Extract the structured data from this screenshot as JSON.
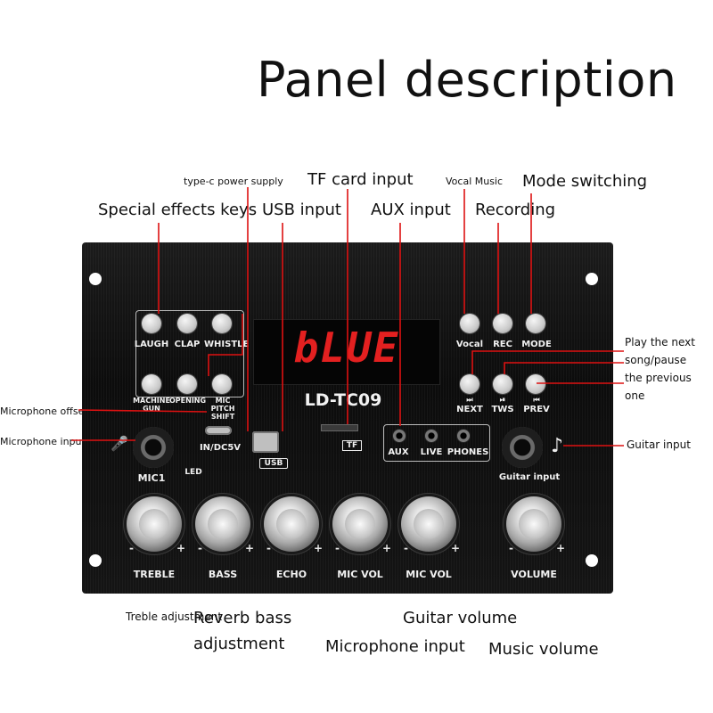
{
  "title": "Panel description",
  "callouts": {
    "type_c": "type-c power supply",
    "tf_card": "TF card input",
    "vocal_music": "Vocal Music",
    "mode_switching": "Mode switching",
    "special_effects": "Special effects keys",
    "usb_input": "USB input",
    "aux_input": "AUX input",
    "recording": "Recording",
    "play_next_1": "Play the next",
    "play_next_2": "song/pause",
    "play_next_3": "the previous",
    "play_next_4": "one",
    "mic_offset": "Microphone offset",
    "mic_input_left": "Microphone input",
    "guitar_input": "Guitar input",
    "treble": "Treble adjustment",
    "reverb_1": "Reverb bass",
    "reverb_2": "adjustment",
    "guitar_volume": "Guitar volume",
    "mic_input_bottom": "Microphone input",
    "music_volume": "Music volume"
  },
  "board": {
    "display": "bLUE",
    "model": "LD-TC09",
    "effect_buttons": [
      "LAUGH",
      "CLAP",
      "WHISTLE"
    ],
    "effect_buttons_row2": [
      "MACHINE GUN",
      "OPENING",
      "MIC PITCH SHIFT"
    ],
    "mode_buttons": [
      "Vocal",
      "REC",
      "MODE"
    ],
    "nav_buttons": [
      "NEXT",
      "TWS",
      "PREV"
    ],
    "nav_symbols": [
      "⏭",
      "⏯",
      "⏮"
    ],
    "power_label": "IN/DC5V",
    "usb_badge": "USB",
    "tf_badge": "TF",
    "aux_labels": [
      "AUX",
      "LIVE",
      "PHONES"
    ],
    "mic_label": "MIC1",
    "led_label": "LED",
    "guitar_label": "Guitar input",
    "knobs": [
      "TREBLE",
      "BASS",
      "ECHO",
      "MIC VOL",
      "MIC VOL",
      "VOLUME"
    ],
    "minus": "-",
    "plus": "+"
  },
  "colors": {
    "display_red": "#e32020",
    "lead_red": "#d11111",
    "board_black": "#111111"
  }
}
